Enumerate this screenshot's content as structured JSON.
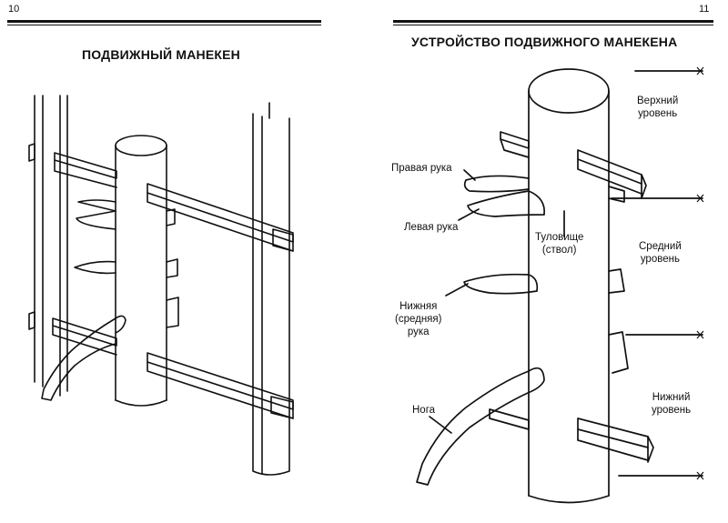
{
  "left_page": {
    "page_number": "10",
    "title": "ПОДВИЖНЫЙ МАНЕКЕН"
  },
  "right_page": {
    "page_number": "11",
    "title": "УСТРОЙСТВО ПОДВИЖНОГО МАНЕКЕНА",
    "labels": {
      "right_arm": "Правая рука",
      "left_arm": "Левая рука",
      "torso_line1": "Туловище",
      "torso_line2": "(ствол)",
      "lower_arm_line1": "Нижняя",
      "lower_arm_line2": "(средняя)",
      "lower_arm_line3": "рука",
      "leg": "Нога",
      "upper_level_line1": "Верхний",
      "upper_level_line2": "уровень",
      "middle_level_line1": "Средний",
      "middle_level_line2": "уровень",
      "lower_level_line1": "Нижний",
      "lower_level_line2": "уровень"
    }
  }
}
